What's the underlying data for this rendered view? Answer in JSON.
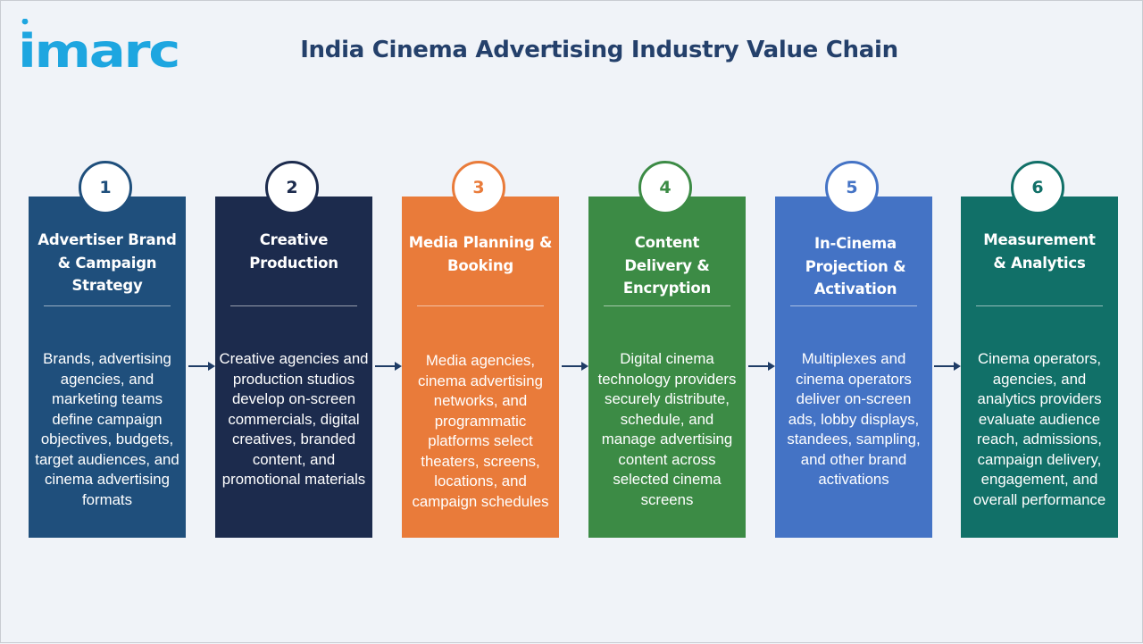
{
  "header": {
    "logo_text": "imarc",
    "title": "India Cinema Advertising Industry Value Chain"
  },
  "colors": {
    "background": "#f0f3f8",
    "title": "#24406b",
    "logo": "#1ea6e0",
    "arrow": "#1f3c66"
  },
  "steps": [
    {
      "number": "1",
      "title": "Advertiser Brand & Campaign Strategy",
      "description": "Brands, advertising agencies, and marketing teams define campaign objectives, budgets, target audiences, and cinema advertising formats",
      "color": "#1f4f7c"
    },
    {
      "number": "2",
      "title": "Creative Production",
      "description": "Creative agencies and production studios develop on-screen commercials, digital creatives, branded content, and promotional materials",
      "color": "#1c2b4d"
    },
    {
      "number": "3",
      "title": "Media Planning & Booking",
      "description": "Media agencies, cinema advertising networks, and programmatic platforms select theaters, screens, locations, and campaign schedules",
      "color": "#e97b3a"
    },
    {
      "number": "4",
      "title": "Content Delivery & Encryption",
      "description": "Digital cinema technology providers securely distribute, schedule, and manage advertising content across selected cinema screens",
      "color": "#3c8b45"
    },
    {
      "number": "5",
      "title": "In-Cinema Projection & Activation",
      "description": "Multiplexes and cinema operators deliver on-screen ads, lobby displays, standees, sampling, and other brand activations",
      "color": "#4473c5"
    },
    {
      "number": "6",
      "title": "Measurement & Analytics",
      "description": "Cinema operators, agencies, and analytics providers evaluate audience reach, admissions, campaign delivery, engagement, and overall performance",
      "color": "#117068"
    }
  ]
}
